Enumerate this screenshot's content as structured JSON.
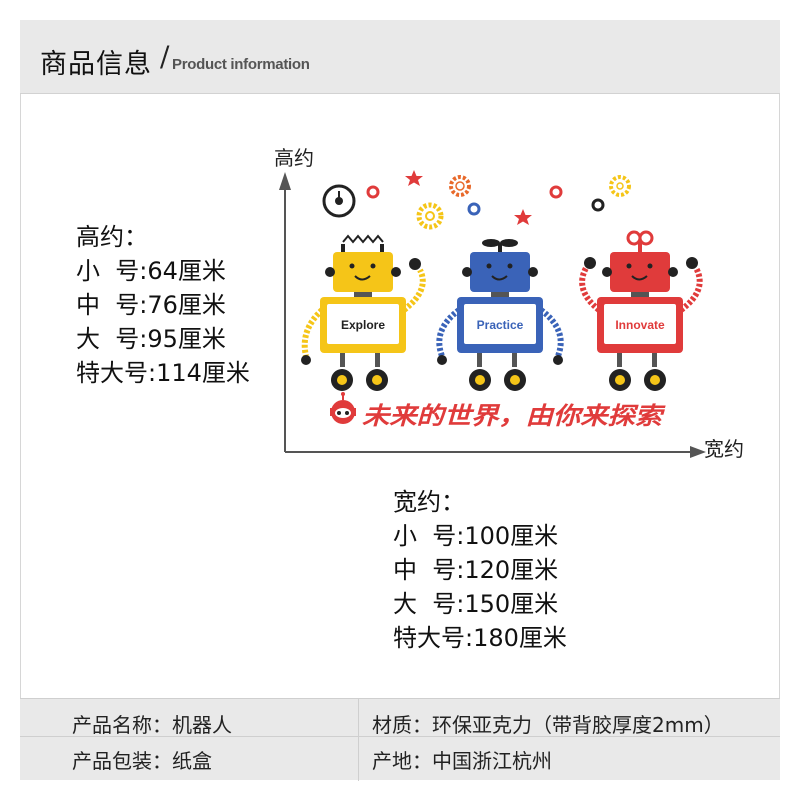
{
  "header": {
    "title_cn": "商品信息",
    "slash": "/",
    "title_en": "Product information"
  },
  "height_spec": {
    "title": "高约：",
    "rows": [
      "小  号:64厘米",
      "中  号:76厘米",
      "大  号:95厘米",
      "特大号:114厘米"
    ]
  },
  "width_spec": {
    "title": "宽约：",
    "rows": [
      "小  号:100厘米",
      "中  号:120厘米",
      "大  号:150厘米",
      "特大号:180厘米"
    ]
  },
  "axes": {
    "y_label": "高约",
    "x_label": "宽约"
  },
  "robots": [
    {
      "label": "Explore",
      "color": "#f5c518"
    },
    {
      "label": "Practice",
      "color": "#3a63b8"
    },
    {
      "label": "Innovate",
      "color": "#e03b3b"
    }
  ],
  "slogan": "未来的世界，由你来探索",
  "colors": {
    "header_bg": "#e9e9e9",
    "table_bg": "#e9e9e9",
    "slogan": "#e03b3b",
    "slogan_accent": "#3a63b8"
  },
  "table": {
    "name": "产品名称：机器人",
    "material": "材质：环保亚克力（带背胶厚度2mm）",
    "package": "产品包装：纸盒",
    "origin": "产地：中国浙江杭州"
  }
}
